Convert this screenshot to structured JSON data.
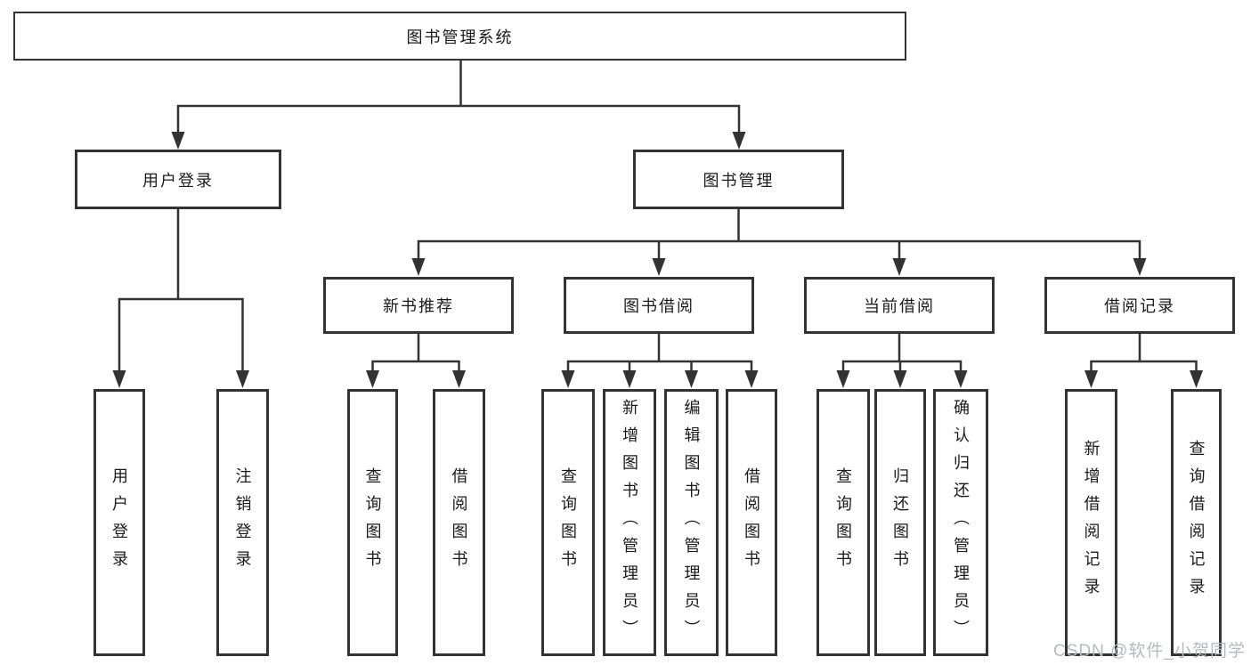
{
  "diagram": {
    "root": "图书管理系统",
    "branches": [
      {
        "label": "用户登录",
        "children": [
          "用户登录",
          "注销登录"
        ]
      },
      {
        "label": "图书管理",
        "groups": [
          {
            "label": "新书推荐",
            "children": [
              "查询图书",
              "借阅图书"
            ]
          },
          {
            "label": "图书借阅",
            "children": [
              "查询图书",
              "新增图书（管理员）",
              "编辑图书（管理员）",
              "借阅图书"
            ]
          },
          {
            "label": "当前借阅",
            "children": [
              "查询图书",
              "归还图书",
              "确认归还（管理员）"
            ]
          },
          {
            "label": "借阅记录",
            "children": [
              "新增借阅记录",
              "查询借阅记录"
            ]
          }
        ]
      }
    ]
  },
  "watermark": {
    "text": "CSDN @软件_小贺同学"
  }
}
